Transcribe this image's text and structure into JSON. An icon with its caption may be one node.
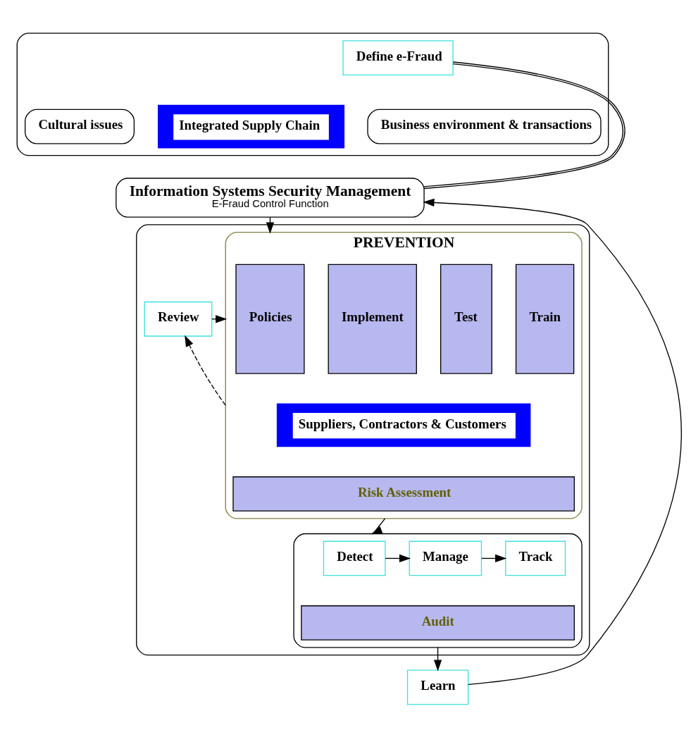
{
  "diagram": {
    "nodes": [
      {
        "text": [],
        "shape": "box"
      },
      {
        "text": [
          "Define e-Fraud"
        ],
        "in": 0
      },
      {
        "text": [
          "Cultural issues"
        ],
        "in": 0
      },
      {
        "text": [
          "Integrated Supply Chain"
        ],
        "in": 0
      },
      {
        "text": [
          "Business environment & transactions"
        ],
        "in": 0
      },
      {
        "text": [
          "Information Systems Security Management",
          "E-Fraud Control Function"
        ]
      },
      {
        "text": [],
        "shape": "box"
      },
      {
        "text": [
          "Review"
        ],
        "in": 6
      },
      {
        "text": [
          "PREVENTION"
        ],
        "in": 6
      },
      {
        "text": [
          "Policies"
        ],
        "in": 8
      },
      {
        "text": [
          "Implement"
        ],
        "in": 8
      },
      {
        "text": [
          "Test"
        ],
        "in": 8
      },
      {
        "text": [
          "Train"
        ],
        "in": 8
      },
      {
        "text": [
          "Suppliers, Contractors & Customers"
        ],
        "in": 8
      },
      {
        "text": [
          "Risk Assessment"
        ],
        "in": 8
      },
      {
        "text": [],
        "shape": "box",
        "in": 6
      },
      {
        "text": [
          "Detect"
        ],
        "in": 15
      },
      {
        "text": [
          "Manage"
        ],
        "in": 15
      },
      {
        "text": [
          "Track"
        ],
        "in": 15
      },
      {
        "text": [
          "Audit"
        ],
        "in": 15
      },
      {
        "text": [
          "Learn"
        ]
      }
    ],
    "edges": [
      {
        "from": 1,
        "to": 5,
        "arrow": "none"
      },
      {
        "from": 5,
        "to": 8,
        "arrow": "to"
      },
      {
        "from": 7,
        "to": 8,
        "arrow": "to",
        "style": "dashed"
      },
      {
        "from": 8,
        "to": 7,
        "arrow": "to",
        "style": "dashed"
      },
      {
        "from": 8,
        "to": 15,
        "arrow": "to"
      },
      {
        "from": 16,
        "to": 17,
        "arrow": "to"
      },
      {
        "from": 17,
        "to": 18,
        "arrow": "to"
      },
      {
        "from": 15,
        "to": 20,
        "arrow": "to"
      },
      {
        "from": 20,
        "to": 5,
        "arrow": "to"
      }
    ]
  }
}
